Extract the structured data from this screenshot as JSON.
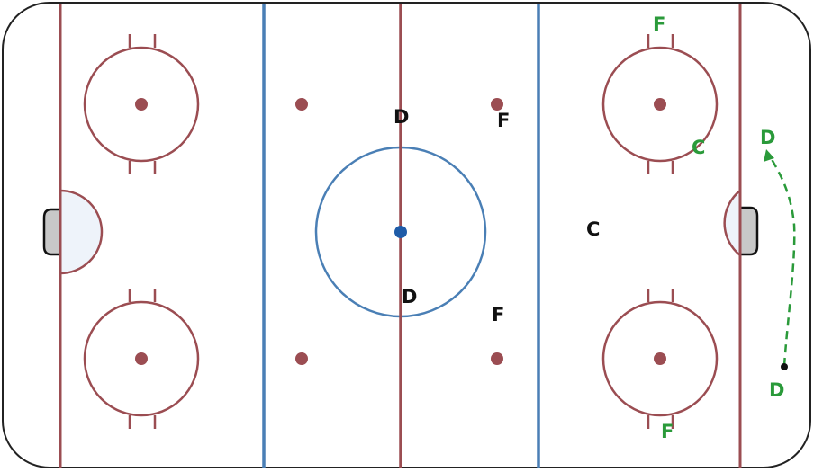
{
  "colors": {
    "board": "#222222",
    "red_line": "#9b4d52",
    "blue_line": "#4a7fb5",
    "center_dot": "#1f5ca8",
    "crease_fill": "#eef3fa",
    "net_fill": "#c8c8c8",
    "team_black": "#111111",
    "team_green": "#2a9a3a"
  },
  "players": [
    {
      "id": "black-d-top",
      "team": "black",
      "label": "D"
    },
    {
      "id": "black-d-bottom",
      "team": "black",
      "label": "D"
    },
    {
      "id": "black-f-top",
      "team": "black",
      "label": "F"
    },
    {
      "id": "black-f-bottom",
      "team": "black",
      "label": "F"
    },
    {
      "id": "black-c",
      "team": "black",
      "label": "C"
    },
    {
      "id": "green-f-top",
      "team": "green",
      "label": "F"
    },
    {
      "id": "green-c",
      "team": "green",
      "label": "C"
    },
    {
      "id": "green-d-top",
      "team": "green",
      "label": "D"
    },
    {
      "id": "green-d-bottom",
      "team": "green",
      "label": "D"
    },
    {
      "id": "green-f-bottom",
      "team": "green",
      "label": "F"
    }
  ],
  "movement": {
    "style": "dashed-arrow",
    "team": "green"
  }
}
